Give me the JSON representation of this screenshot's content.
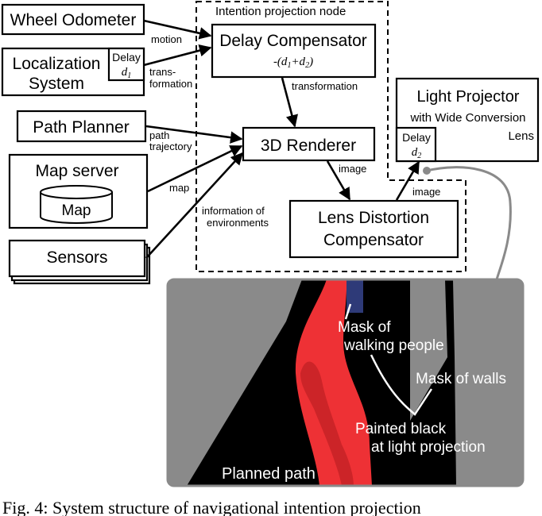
{
  "node_group_label": "Intention projection node",
  "boxes": {
    "wheel_odometer": "Wheel Odometer",
    "localization_line1": "Localization",
    "localization_line2": "System",
    "loc_delay_label": "Delay",
    "loc_delay_sym": "d",
    "loc_delay_sub": "1",
    "path_planner": "Path Planner",
    "map_server": "Map server",
    "map_db": "Map",
    "sensors": "Sensors",
    "delay_comp": "Delay Compensator",
    "delay_comp_formula": "-(d1+d2)",
    "renderer": "3D Renderer",
    "lens_line1": "Lens Distortion",
    "lens_line2": "Compensator",
    "projector_line1": "Light Projector",
    "projector_line2": "with Wide Conversion",
    "projector_line3": "Lens",
    "proj_delay_label": "Delay",
    "proj_delay_sym": "d",
    "proj_delay_sub": "2"
  },
  "edge_labels": {
    "motion": "motion",
    "transformation_in_1": "trans-",
    "transformation_in_2": "formation",
    "transformation_out": "transformation",
    "path_1": "path",
    "path_2": "trajectory",
    "map": "map",
    "env_1": "information of",
    "env_2": "environments",
    "image_1": "image",
    "image_2": "image"
  },
  "photo_annotations": {
    "mask_people_1": "Mask of",
    "mask_people_2": "walking people",
    "mask_walls": "Mask of walls",
    "painted_1": "Painted black",
    "painted_2": "at light projection",
    "planned_path": "Planned path"
  },
  "caption": "Fig. 4: System structure of navigational intention projection",
  "colors": {
    "path_red": "#ee3135",
    "wall_gray": "#8a8a8a",
    "person_blue": "#2e3a78",
    "cable_gray": "#8a8a8a",
    "background_black": "#000000"
  }
}
